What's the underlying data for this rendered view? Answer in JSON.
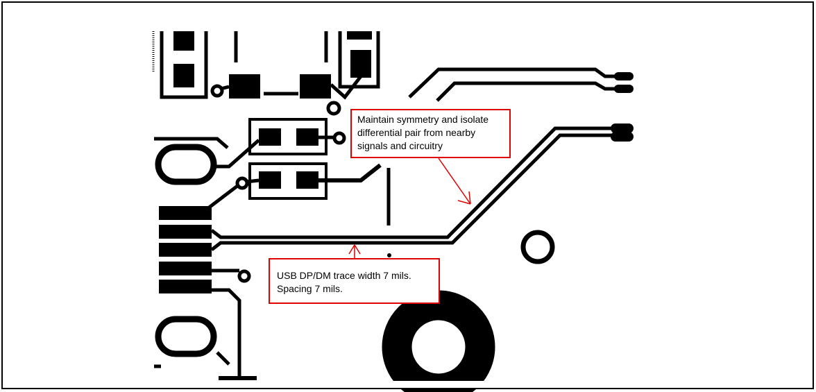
{
  "annotations": {
    "symmetry_note": {
      "lines": [
        "Maintain symmetry and isolate",
        "differential pair from nearby",
        "signals and circuitry"
      ]
    },
    "trace_note": {
      "lines": [
        "USB DP/DM trace width 7 mils.",
        "Spacing 7 mils."
      ]
    }
  },
  "colors": {
    "copper": "#000000",
    "annotation_border": "#e00000",
    "background": "#ffffff",
    "frame": "#000000"
  }
}
